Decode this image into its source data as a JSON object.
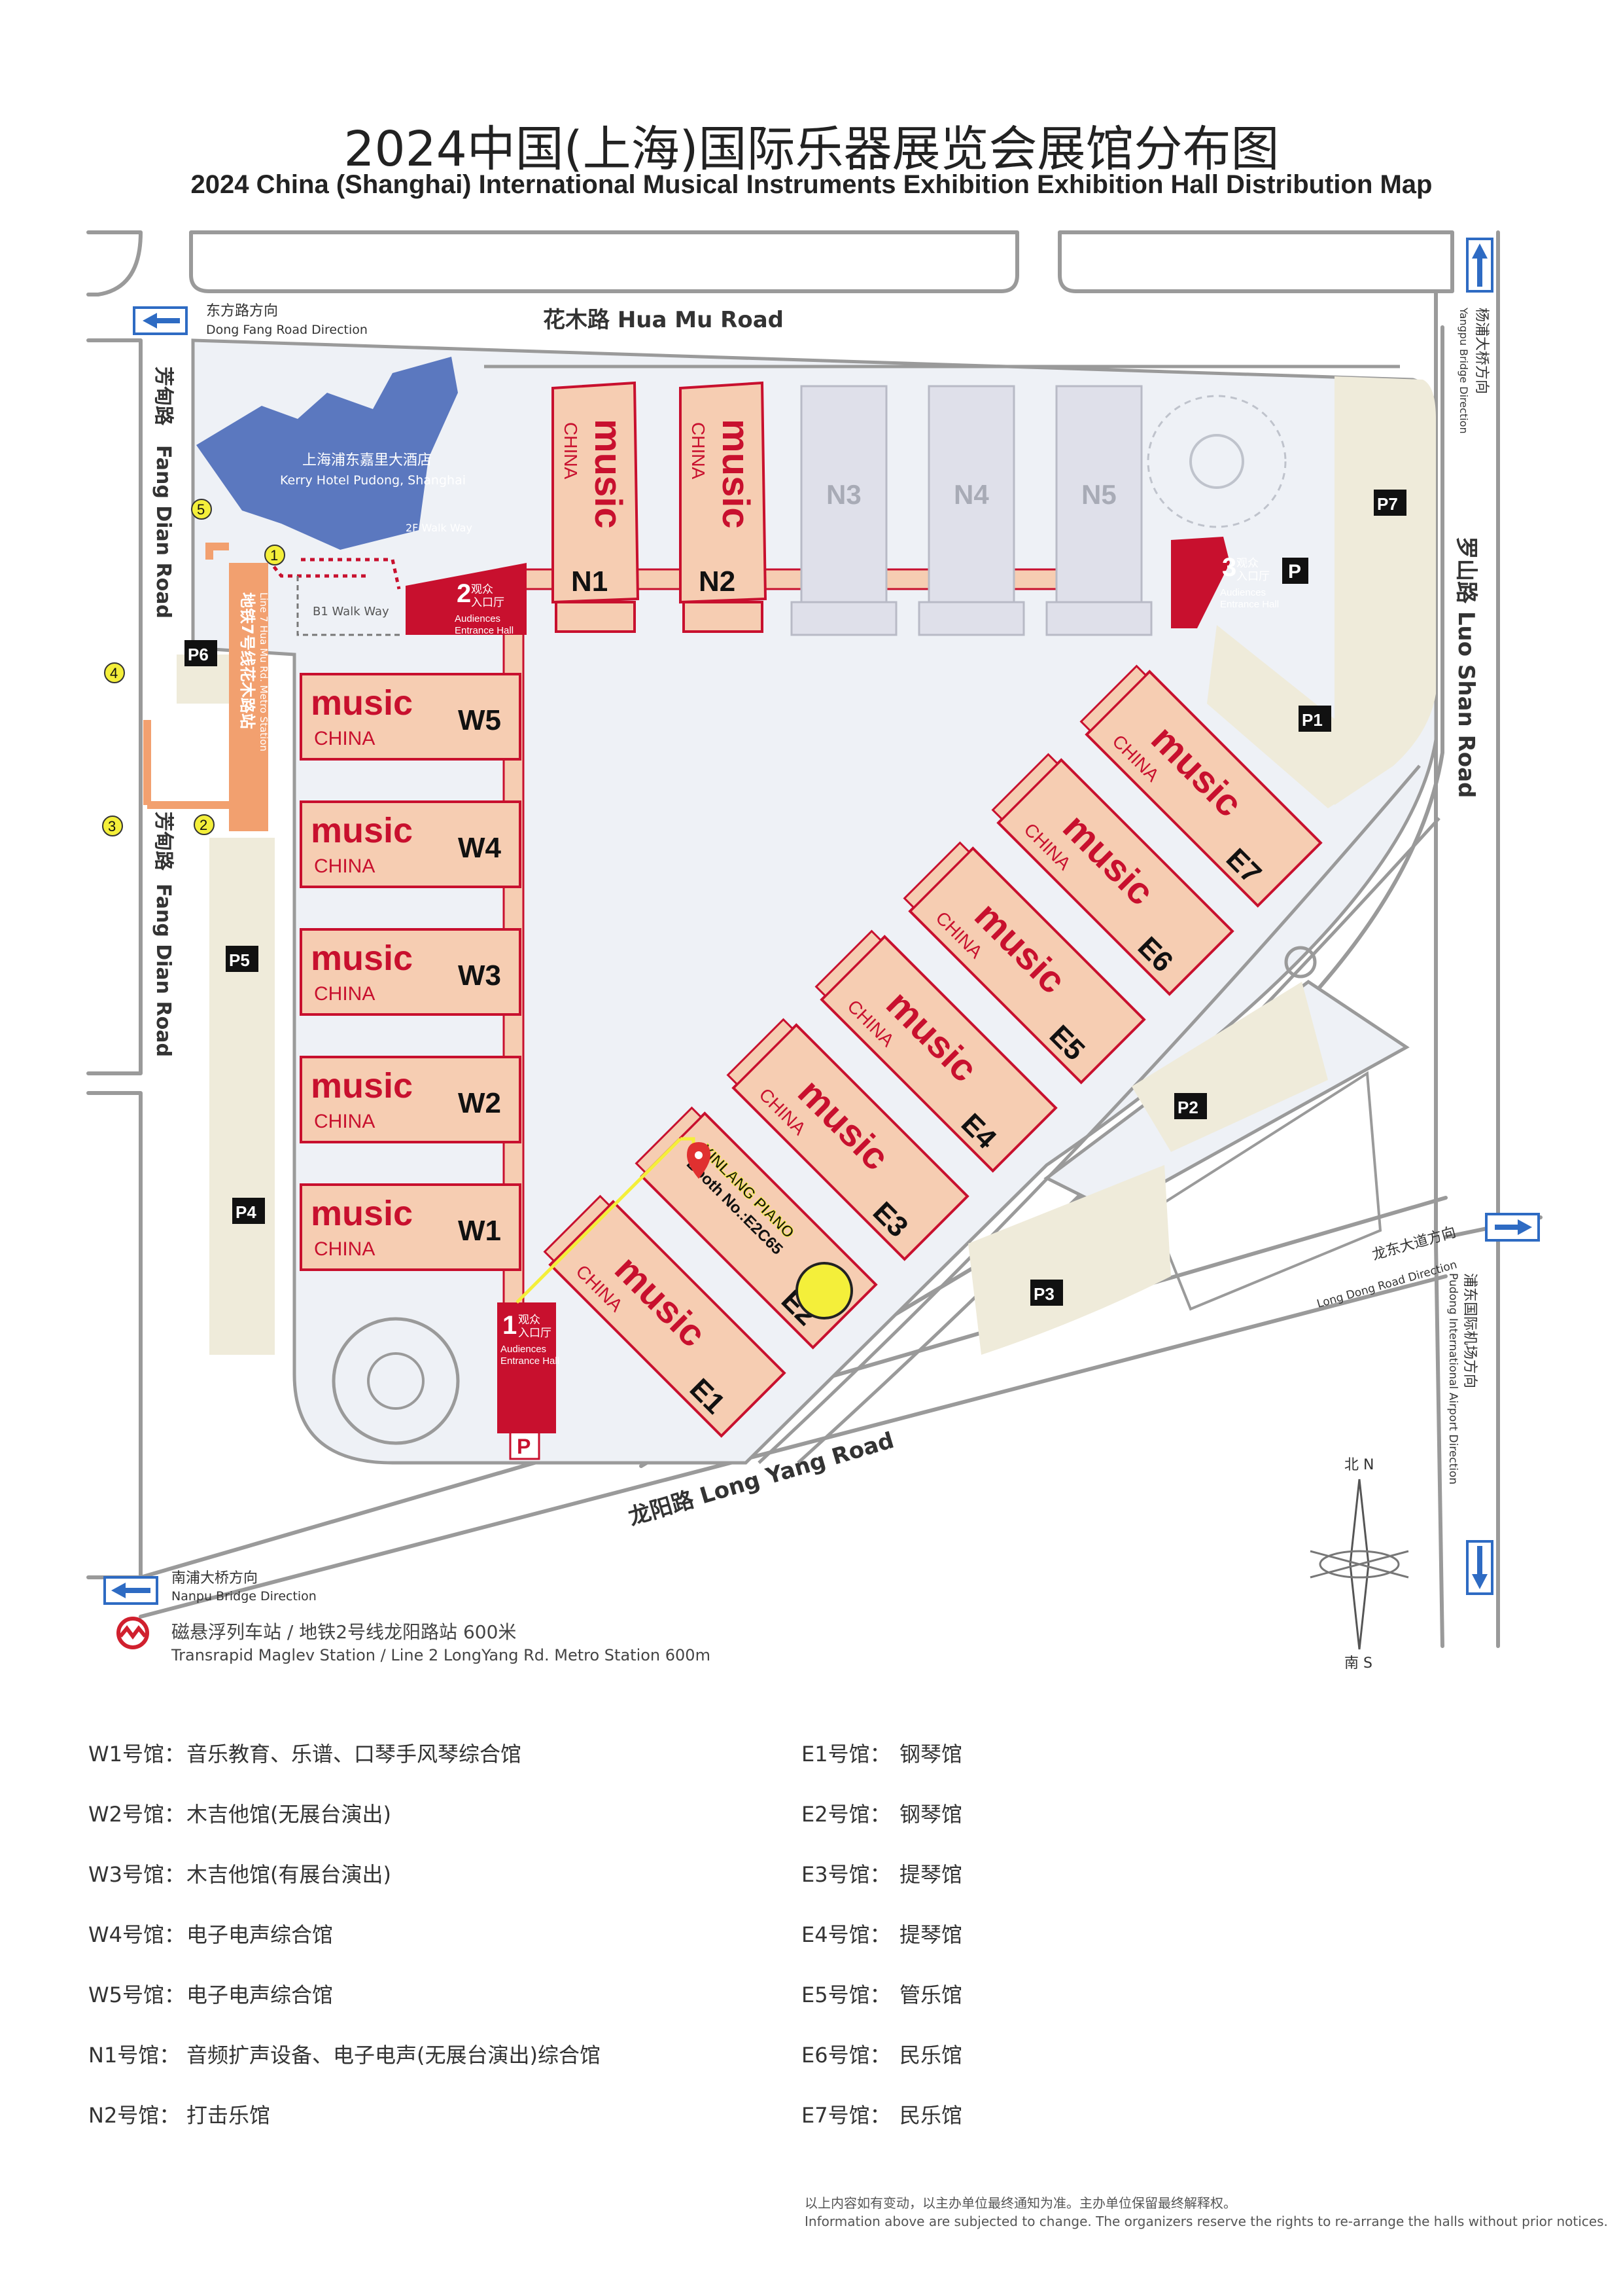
{
  "title": {
    "cn": "2024中国(上海)国际乐器展览会展馆分布图",
    "en": "2024 China (Shanghai) International Musical Instruments Exhibition Exhibition Hall Distribution Map"
  },
  "roads": {
    "hua_mu": "花木路 Hua Mu Road",
    "luo_shan": "罗山路 Luo Shan Road",
    "long_yang": "龙阳路 Long Yang Road",
    "fang_dian_cn": "芳甸路",
    "fang_dian_en": "Fang Dian Road",
    "dongfang_cn": "东方路方向",
    "dongfang_en": "Dong Fang Road Direction",
    "yangpu_cn": "杨浦大桥方向",
    "yangpu_en": "Yangpu Bridge Direction",
    "longdong_cn": "龙东大道方向",
    "longdong_en": "Long Dong Road Direction",
    "pudong_airport_cn": "浦东国际机场方向",
    "pudong_airport_en": "Pudong International Airport Direction",
    "nanpu_cn": "南浦大桥方向",
    "nanpu_en": "Nanpu Bridge Direction"
  },
  "hotel": {
    "cn": "上海浦东嘉里大酒店",
    "en": "Kerry Hotel Pudong, Shanghai"
  },
  "walkways": {
    "b1": "B1 Walk Way",
    "f2": "2F Walk Way"
  },
  "metro_station": {
    "cn": "地铁7号线花木路站",
    "en": "Line 7 Hua Mu Rd. Metro Station",
    "exits": [
      "1",
      "2",
      "3",
      "4",
      "5"
    ]
  },
  "brand": {
    "music": "music",
    "china": "CHINA"
  },
  "halls": {
    "west": [
      "W5",
      "W4",
      "W3",
      "W2",
      "W1"
    ],
    "north_active": [
      "N1",
      "N2"
    ],
    "north_inactive": [
      "N3",
      "N4",
      "N5"
    ],
    "east": [
      "E1",
      "E2",
      "E3",
      "E4",
      "E5",
      "E6",
      "E7"
    ]
  },
  "entrances": [
    {
      "num": "1",
      "cn": "观众\n入口厅",
      "en": "Audiences Entrance Hall"
    },
    {
      "num": "2",
      "cn": "观众\n入口厅",
      "en": "Audiences Entrance Hall"
    },
    {
      "num": "3",
      "cn": "观众\n入口厅",
      "en": "Audiences Entrance Hall"
    }
  ],
  "parking": [
    "P1",
    "P2",
    "P3",
    "P4",
    "P5",
    "P6",
    "P7",
    "P"
  ],
  "booth": {
    "line1": "YINLANG PIANO",
    "line2": "Booth No.:E2C65"
  },
  "compass": {
    "north": "北 N",
    "south": "南 S"
  },
  "maglev": {
    "cn": "磁悬浮列车站 / 地铁2号线龙阳路站 600米",
    "en": "Transrapid Maglev Station / Line 2 LongYang Rd. Metro Station   600m"
  },
  "legend_left": [
    {
      "hall": "W1号馆：",
      "desc": "音乐教育、乐谱、口琴手风琴综合馆"
    },
    {
      "hall": "W2号馆：",
      "desc": "木吉他馆(无展台演出)"
    },
    {
      "hall": "W3号馆：",
      "desc": "木吉他馆(有展台演出)"
    },
    {
      "hall": "W4号馆：",
      "desc": "电子电声综合馆"
    },
    {
      "hall": "W5号馆：",
      "desc": "电子电声综合馆"
    },
    {
      "hall": "N1号馆：",
      "desc": "音频扩声设备、电子电声(无展台演出)综合馆"
    },
    {
      "hall": "N2号馆：",
      "desc": "打击乐馆"
    }
  ],
  "legend_right": [
    {
      "hall": "E1号馆：",
      "desc": "钢琴馆"
    },
    {
      "hall": "E2号馆：",
      "desc": "钢琴馆"
    },
    {
      "hall": "E3号馆：",
      "desc": "提琴馆"
    },
    {
      "hall": "E4号馆：",
      "desc": "提琴馆"
    },
    {
      "hall": "E5号馆：",
      "desc": "管乐馆"
    },
    {
      "hall": "E6号馆：",
      "desc": "民乐馆"
    },
    {
      "hall": "E7号馆：",
      "desc": "民乐馆"
    }
  ],
  "footer": {
    "cn": "以上内容如有变动，以主办单位最终通知为准。主办单位保留最终解释权。",
    "en": "Information above are subjected to change. The organizers reserve the rights to re-arrange the halls without prior notices."
  },
  "colors": {
    "hall_fill": "#f6cdb2",
    "hall_border": "#c8102e",
    "brand_red": "#c8102e",
    "inactive_hall": "#dfe0ea",
    "parking_area": "#efebda",
    "ground": "#eef1f6",
    "hotel_blue": "#5b78bf",
    "metro_orange": "#f2a06f",
    "arrow_blue": "#2e6bc3",
    "booth_yellow": "#f4ef3a"
  }
}
